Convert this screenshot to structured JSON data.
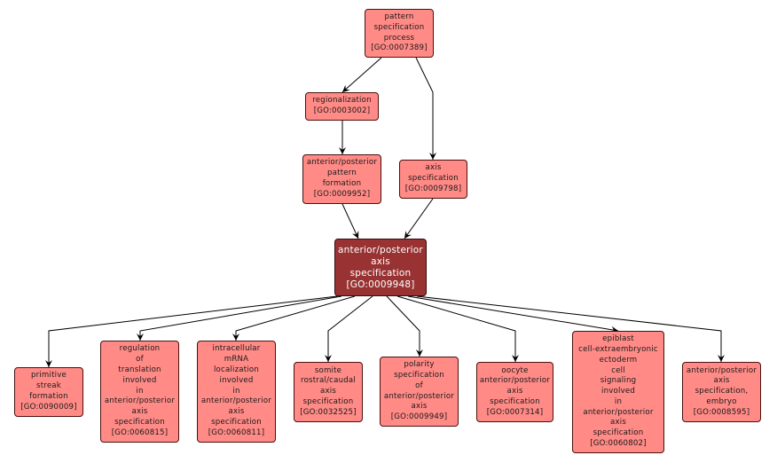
{
  "diagram": {
    "nodes": [
      {
        "id": "GO:0007389",
        "lines": [
          "pattern",
          "specification",
          "process",
          "[GO:0007389]"
        ],
        "focus": false
      },
      {
        "id": "GO:0003002",
        "lines": [
          "regionalization",
          "[GO:0003002]"
        ],
        "focus": false
      },
      {
        "id": "GO:0009952",
        "lines": [
          "anterior/posterior",
          "pattern",
          "formation",
          "[GO:0009952]"
        ],
        "focus": false
      },
      {
        "id": "GO:0009798",
        "lines": [
          "axis",
          "specification",
          "[GO:0009798]"
        ],
        "focus": false
      },
      {
        "id": "GO:0009948",
        "lines": [
          "anterior/posterior",
          "axis",
          "specification",
          "[GO:0009948]"
        ],
        "focus": true
      },
      {
        "id": "GO:0090009",
        "lines": [
          "primitive",
          "streak",
          "formation",
          "[GO:0090009]"
        ],
        "focus": false
      },
      {
        "id": "GO:0060815",
        "lines": [
          "regulation",
          "of",
          "translation",
          "involved",
          "in",
          "anterior/posterior",
          "axis",
          "specification",
          "[GO:0060815]"
        ],
        "focus": false
      },
      {
        "id": "GO:0060811",
        "lines": [
          "intracellular",
          "mRNA",
          "localization",
          "involved",
          "in",
          "anterior/posterior",
          "axis",
          "specification",
          "[GO:0060811]"
        ],
        "focus": false
      },
      {
        "id": "GO:0032525",
        "lines": [
          "somite",
          "rostral/caudal",
          "axis",
          "specification",
          "[GO:0032525]"
        ],
        "focus": false
      },
      {
        "id": "GO:0009949",
        "lines": [
          "polarity",
          "specification",
          "of",
          "anterior/posterior",
          "axis",
          "[GO:0009949]"
        ],
        "focus": false
      },
      {
        "id": "GO:0007314",
        "lines": [
          "oocyte",
          "anterior/posterior",
          "axis",
          "specification",
          "[GO:0007314]"
        ],
        "focus": false
      },
      {
        "id": "GO:0060802",
        "lines": [
          "epiblast",
          "cell-extraembryonic",
          "ectoderm",
          "cell",
          "signaling",
          "involved",
          "in",
          "anterior/posterior",
          "axis",
          "specification",
          "[GO:0060802]"
        ],
        "focus": false
      },
      {
        "id": "GO:0008595",
        "lines": [
          "anterior/posterior",
          "axis",
          "specification,",
          "embryo",
          "[GO:0008595]"
        ],
        "focus": false
      }
    ],
    "edges": [
      {
        "from": "GO:0007389",
        "to": "GO:0003002"
      },
      {
        "from": "GO:0007389",
        "to": "GO:0009798"
      },
      {
        "from": "GO:0003002",
        "to": "GO:0009952"
      },
      {
        "from": "GO:0009952",
        "to": "GO:0009948"
      },
      {
        "from": "GO:0009798",
        "to": "GO:0009948"
      },
      {
        "from": "GO:0009948",
        "to": "GO:0090009"
      },
      {
        "from": "GO:0009948",
        "to": "GO:0060815"
      },
      {
        "from": "GO:0009948",
        "to": "GO:0060811"
      },
      {
        "from": "GO:0009948",
        "to": "GO:0032525"
      },
      {
        "from": "GO:0009948",
        "to": "GO:0009949"
      },
      {
        "from": "GO:0009948",
        "to": "GO:0007314"
      },
      {
        "from": "GO:0009948",
        "to": "GO:0060802"
      },
      {
        "from": "GO:0009948",
        "to": "GO:0008595"
      }
    ],
    "colors": {
      "node_fill": "#ff8a86",
      "focus_fill": "#993333",
      "edge": "#000000"
    }
  }
}
